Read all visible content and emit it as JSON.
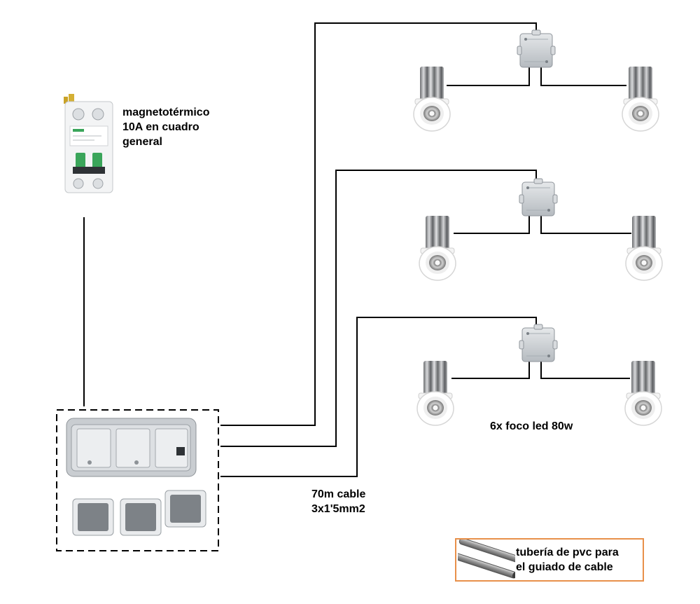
{
  "labels": {
    "breaker": [
      "magnetotérmico",
      "10A en cuadro",
      "general"
    ],
    "lamps": "6x foco led 80w",
    "cable": [
      "70m cable",
      "3x1'5mm2"
    ],
    "pvc": [
      "tubería de pvc para",
      "el guiado de cable"
    ]
  },
  "colors": {
    "wire": "#000000",
    "pvc_border": "#e8904a",
    "device_grey": "#c9cdd1"
  },
  "icons": {
    "breaker": "circuit-breaker-icon",
    "switch_box": "triple-switch-box-icon",
    "junction_box": "junction-box-icon",
    "lamp": "led-downlight-icon",
    "pipe": "pvc-pipe-icon"
  }
}
